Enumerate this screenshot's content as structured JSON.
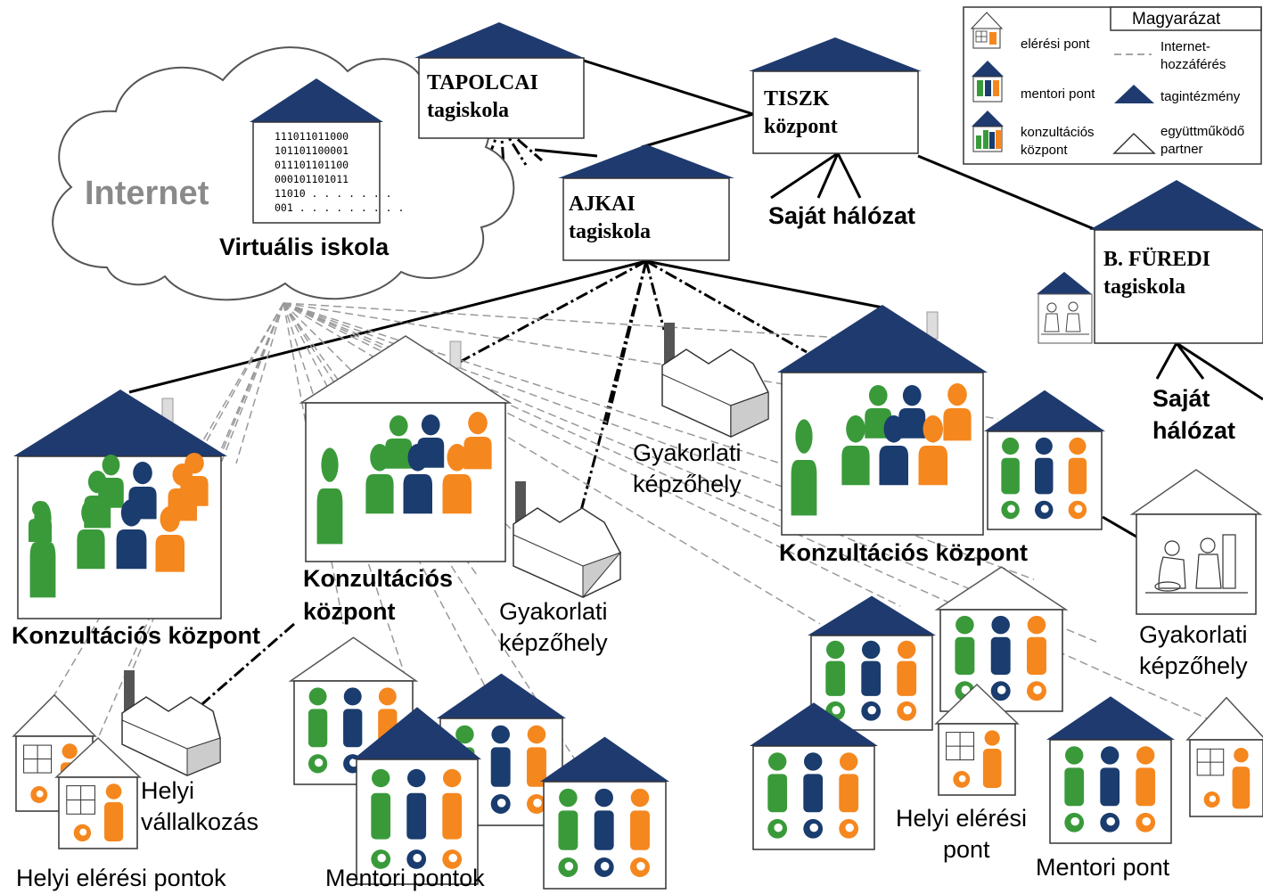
{
  "cloud": {
    "label": "Internet"
  },
  "virtual_school": {
    "label": "Virtuális iskola",
    "binary": [
      "111011011000",
      "101101100001",
      "011101101100",
      "000101101011",
      "11010 . . . . . . .",
      "001 . . . . . . . . ."
    ]
  },
  "tapolcai": {
    "line1": "TAPOLCAI",
    "line2": "tagiskola"
  },
  "tiszk": {
    "line1": "TISZK",
    "line2": "központ"
  },
  "ajkai": {
    "line1": "AJKAI",
    "line2": "tagiskola"
  },
  "bfuredi": {
    "line1": "B. FÜREDI",
    "line2": "tagiskola"
  },
  "network_center": {
    "label": "Saját hálózat"
  },
  "network_right": {
    "line1": "Saját",
    "line2": "hálózat"
  },
  "consult_left": {
    "label": "Konzultációs központ"
  },
  "consult_mid": {
    "line1": "Konzultációs",
    "line2": "központ"
  },
  "consult_right": {
    "label": "Konzultációs központ"
  },
  "practice_a": {
    "line1": "Gyakorlati",
    "line2": "képzőhely"
  },
  "practice_b": {
    "line1": "Gyakorlati",
    "line2": "képzőhely"
  },
  "practice_c": {
    "line1": "Gyakorlati",
    "line2": "képzőhely"
  },
  "local_business": {
    "line1": "Helyi",
    "line2": "vállalkozás"
  },
  "bottom_labels": {
    "access_points": "Helyi elérési pontok",
    "mentor_points": "Mentori pontok",
    "access_point_line1": "Helyi elérési",
    "access_point_line2": "pont",
    "mentor_point": "Mentori pont"
  },
  "legend": {
    "title": "Magyarázat",
    "access_point": "elérési pont",
    "mentor_point": "mentori pont",
    "consult_line1": "konzultációs",
    "consult_line2": "központ",
    "internet_line1": "Internet-",
    "internet_line2": "hozzáférés",
    "member": "tagintézmény",
    "partner_line1": "együttműködő",
    "partner_line2": "partner"
  },
  "colors": {
    "navy": "#1f3a6e",
    "green": "#3a9a3a",
    "blue": "#1a3c6e",
    "orange": "#f5871f"
  }
}
